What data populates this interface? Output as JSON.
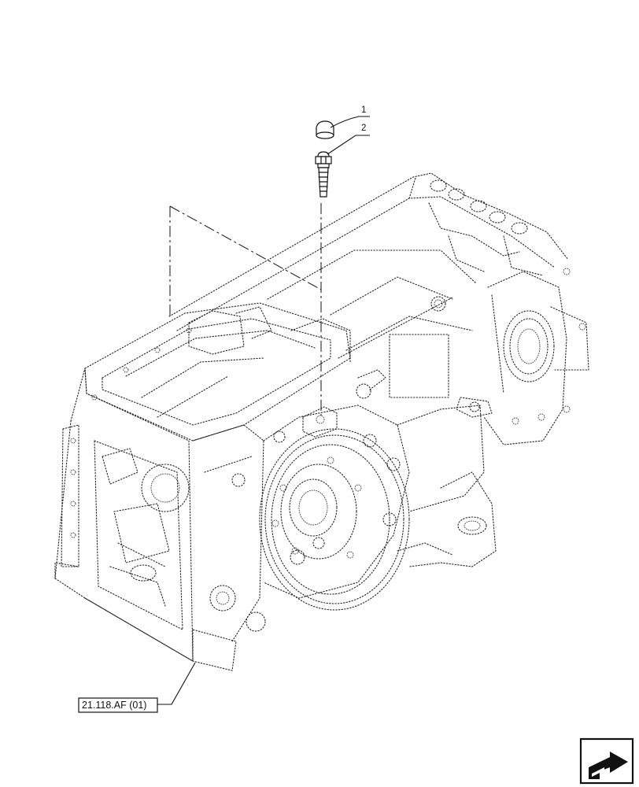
{
  "callouts": [
    {
      "id": "1",
      "label": "1",
      "part": "cap"
    },
    {
      "id": "2",
      "label": "2",
      "part": "breather valve"
    }
  ],
  "reference": {
    "label": "21.118.AF (01)"
  },
  "nav_icon": {
    "name": "next-page-arrow-icon"
  },
  "colors": {
    "line": "#111111",
    "background": "#ffffff"
  }
}
